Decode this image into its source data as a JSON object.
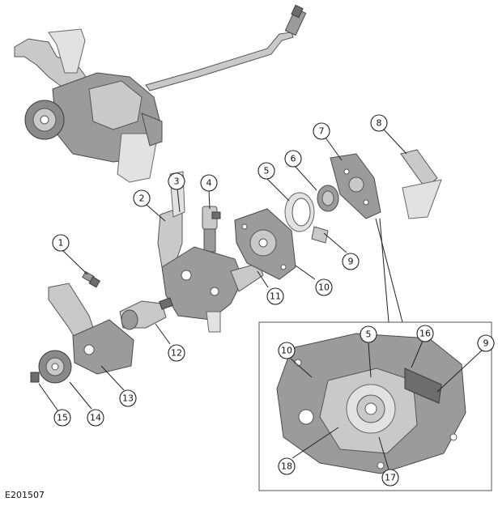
{
  "figure_id": "E201507",
  "callouts": [
    {
      "label": "1"
    },
    {
      "label": "2"
    },
    {
      "label": "3"
    },
    {
      "label": "4"
    },
    {
      "label": "5"
    },
    {
      "label": "6"
    },
    {
      "label": "7"
    },
    {
      "label": "8"
    },
    {
      "label": "9"
    },
    {
      "label": "10"
    },
    {
      "label": "11"
    },
    {
      "label": "12"
    },
    {
      "label": "13"
    },
    {
      "label": "14"
    },
    {
      "label": "15"
    },
    {
      "label": "10"
    },
    {
      "label": "5"
    },
    {
      "label": "16"
    },
    {
      "label": "9"
    },
    {
      "label": "18"
    },
    {
      "label": "17"
    }
  ]
}
